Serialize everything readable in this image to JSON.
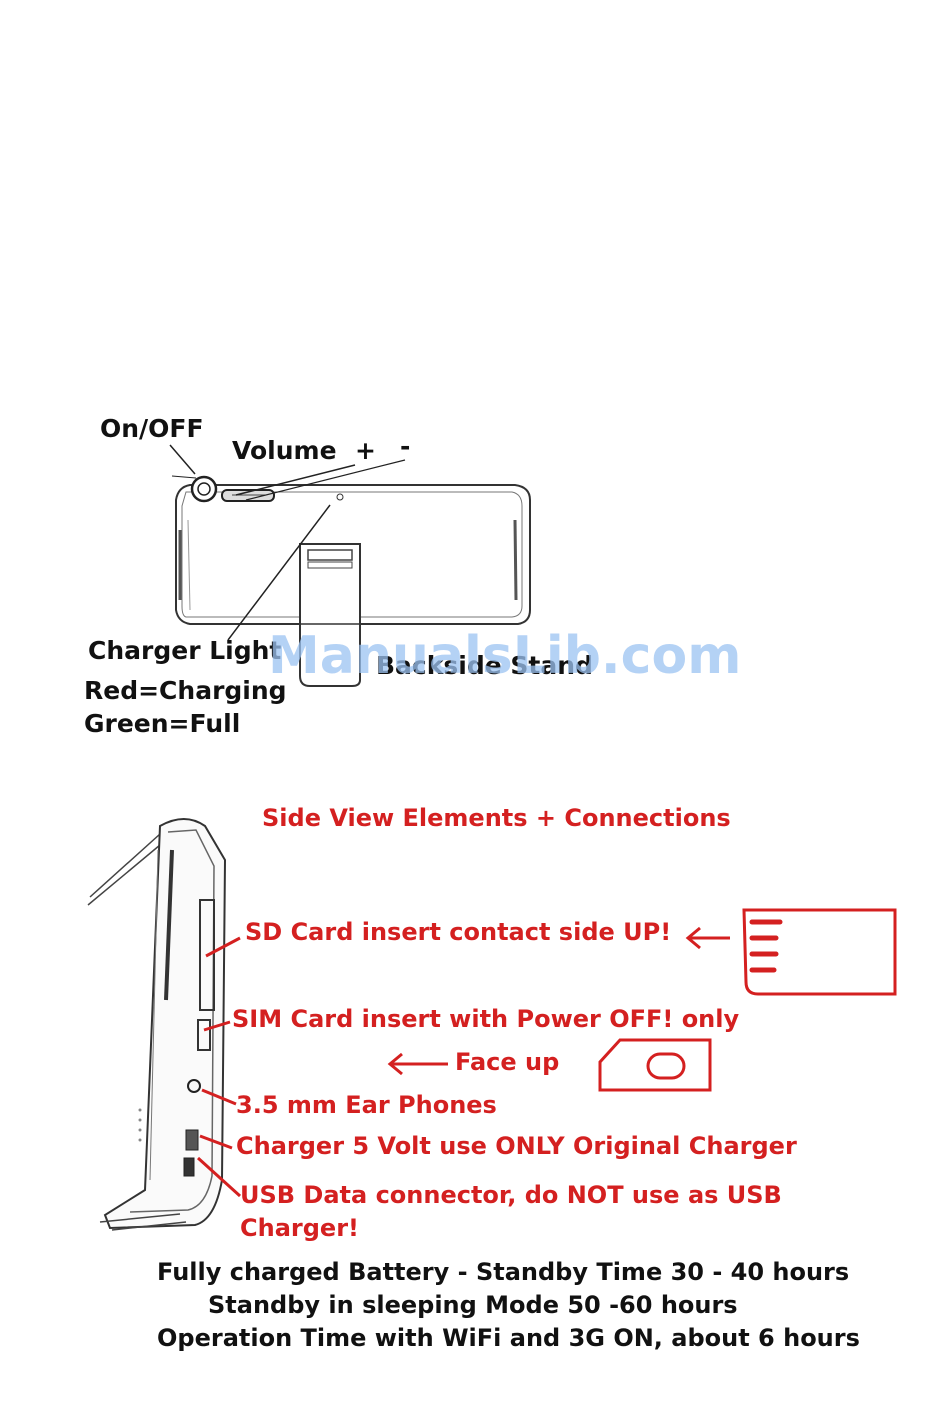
{
  "top_view": {
    "on_off": "On/OFF",
    "volume": "Volume",
    "plus": "+",
    "minus": "-",
    "charger_light": "Charger Light",
    "red_charging": "Red=Charging",
    "green_full": "Green=Full",
    "backside_stand": "Backside Stand"
  },
  "watermark": "ManualsLib.com",
  "side_view": {
    "title": "Side View Elements + Connections",
    "sd_card": "SD Card insert contact side UP!",
    "sim_card": "SIM Card insert with Power OFF! only",
    "face_up": "Face up",
    "earphones": "3.5 mm Ear Phones",
    "charger": "Charger 5 Volt use ONLY Original Charger",
    "usb_line1": "USB Data connector, do NOT use as USB",
    "usb_line2": "Charger!"
  },
  "footer": {
    "line1": "Fully charged Battery - Standby Time 30 - 40 hours",
    "line2": "Standby in sleeping Mode  50 -60 hours",
    "line3": "Operation Time with WiFi and 3G ON, about 6 hours"
  },
  "colors": {
    "accent": "#d42020",
    "watermark": "#9cc3f2",
    "ink": "#111111"
  }
}
